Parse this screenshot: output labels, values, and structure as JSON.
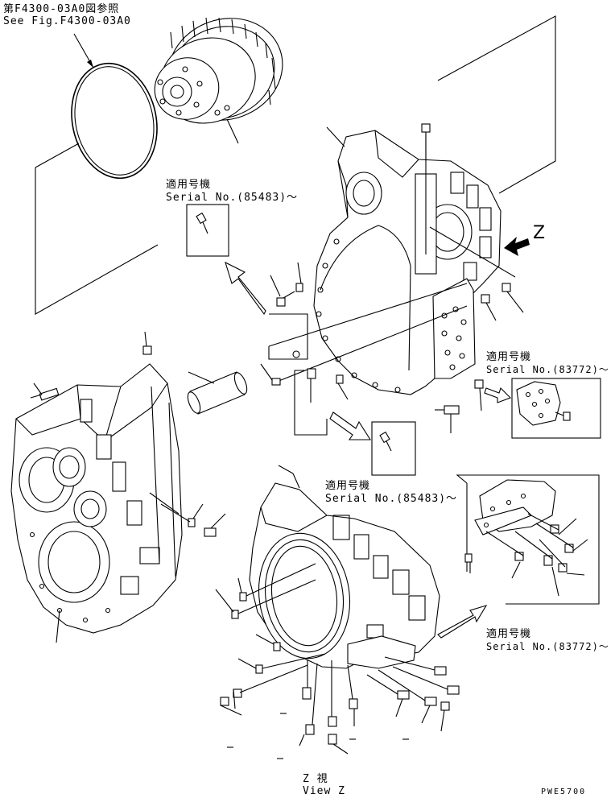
{
  "reference": {
    "line1": "第F4300-03A0図参照",
    "line2": "See Fig.F4300-03A0"
  },
  "callouts": [
    {
      "id": "callout-85483-top",
      "jp": "適用号機",
      "en": "Serial No.(85483)～"
    },
    {
      "id": "callout-83772-right",
      "jp": "適用号機",
      "en": "Serial No.(83772)～"
    },
    {
      "id": "callout-85483-mid",
      "jp": "適用号機",
      "en": "Serial No.(85483)～"
    },
    {
      "id": "callout-83772-bottom",
      "jp": "適用号機",
      "en": "Serial No.(83772)～"
    }
  ],
  "view_marker": "Z",
  "view_caption": {
    "jp": "Z 視",
    "en": "View Z"
  },
  "drawing_code": "PWE5700",
  "icons": [
    "o-ring-icon",
    "clutch-pack-icon",
    "transmission-case-icon",
    "bolt-icon",
    "arrow-icon"
  ]
}
